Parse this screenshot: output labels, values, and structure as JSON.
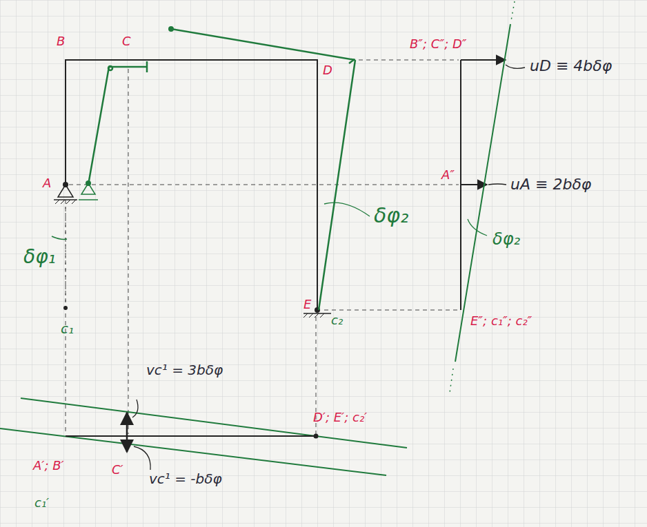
{
  "diagram": {
    "labels": [
      "B",
      "C",
      "D",
      "A",
      "E",
      "c₂",
      "δφ₁",
      "c₁",
      "δφ₂",
      "B″; C″; D″",
      "uD ≡ 4bδφ",
      "A″",
      "uA ≡ 2bδφ",
      "δφ₂",
      "E″; c₁″; c₂″",
      "vc¹ = 3bδφ",
      "D′; E′; c₂′",
      "A′; B′",
      "C′",
      "vc¹ = -bδφ",
      "c₁′"
    ]
  }
}
